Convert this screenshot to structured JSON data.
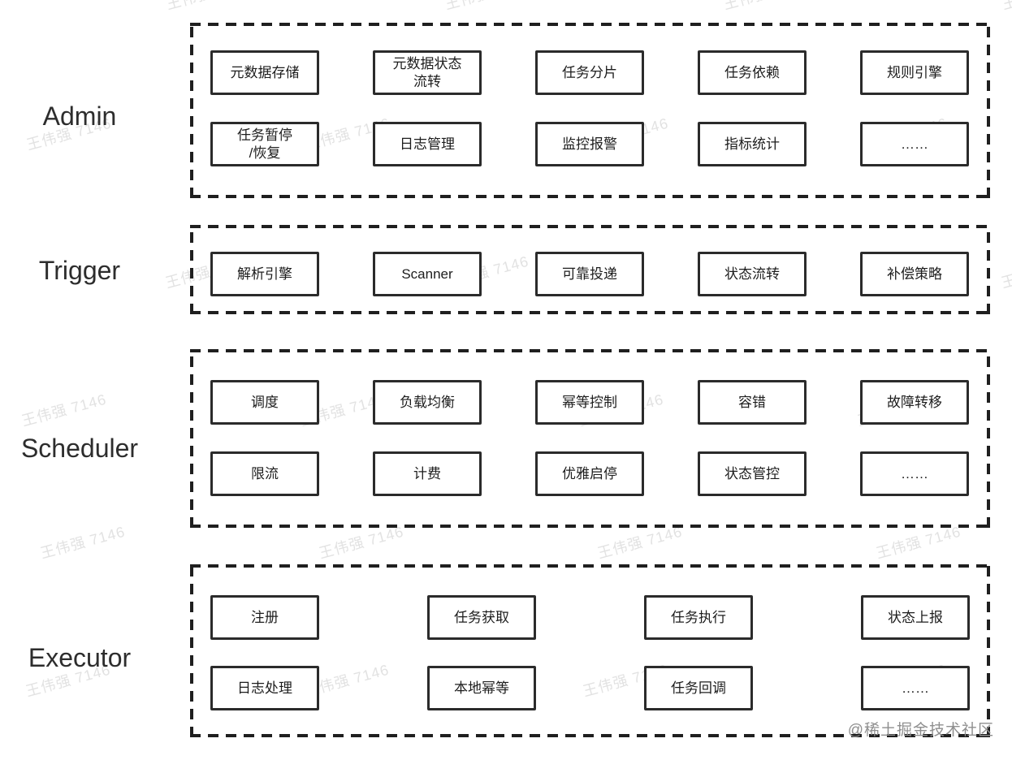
{
  "watermark": {
    "text": "王伟强 7146",
    "color": "#e2e2e2"
  },
  "credit": {
    "text": "@稀土掘金技术社区",
    "color": "#8f8f8f"
  },
  "colors": {
    "box_border": "#2b2b2b",
    "container_border": "#1f1f1f",
    "text": "#1d1d1d",
    "background": "#ffffff"
  },
  "sections": [
    {
      "id": "admin",
      "label": "Admin",
      "rows": [
        [
          "元数据存储",
          "元数据状态\n流转",
          "任务分片",
          "任务依赖",
          "规则引擎"
        ],
        [
          "任务暂停\n/恢复",
          "日志管理",
          "监控报警",
          "指标统计",
          "……"
        ]
      ]
    },
    {
      "id": "trigger",
      "label": "Trigger",
      "rows": [
        [
          "解析引擎",
          "Scanner",
          "可靠投递",
          "状态流转",
          "补偿策略"
        ]
      ]
    },
    {
      "id": "scheduler",
      "label": "Scheduler",
      "rows": [
        [
          "调度",
          "负载均衡",
          "幂等控制",
          "容错",
          "故障转移"
        ],
        [
          "限流",
          "计费",
          "优雅启停",
          "状态管控",
          "……"
        ]
      ]
    },
    {
      "id": "executor",
      "label": "Executor",
      "rows": [
        [
          "注册",
          "任务获取",
          "任务执行",
          "状态上报"
        ],
        [
          "日志处理",
          "本地幂等",
          "任务回调",
          "……"
        ]
      ]
    }
  ]
}
